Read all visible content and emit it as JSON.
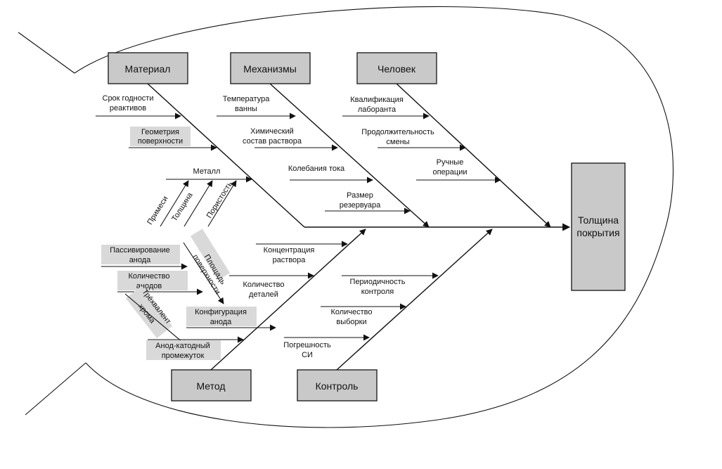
{
  "diagram": {
    "effect": [
      "Толщина",
      "покрытия"
    ],
    "categories": {
      "material": "Материал",
      "mechanisms": "Механизмы",
      "human": "Человек",
      "method": "Метод",
      "control": "Контроль"
    },
    "material": {
      "shelf_life": [
        "Срок годности",
        "реактивов"
      ],
      "surface_geometry": [
        "Геометрия",
        "поверхности"
      ],
      "metal": "Металл",
      "impurities": "Примеси",
      "thickness": "Толщина",
      "porosity": "Пористость"
    },
    "mechanisms": {
      "bath_temperature": [
        "Температура",
        "ванны"
      ],
      "chemical_composition": [
        "Химический",
        "состав раствора"
      ],
      "current_fluctuations": "Колебания тока",
      "tank_size": [
        "Размер",
        "резервуара"
      ]
    },
    "human": {
      "qualification": [
        "Квалификация",
        "лаборанта"
      ],
      "shift_duration": [
        "Продолжительность",
        "смены"
      ],
      "manual_operations": [
        "Ручные",
        "операции"
      ]
    },
    "method": {
      "solution_concentration": [
        "Концентрация",
        "раствора"
      ],
      "anode_passivation": [
        "Пассивирование",
        "анода"
      ],
      "surface_area": [
        "Площадь",
        "поверхности"
      ],
      "anode_count": [
        "Количество",
        "анодов"
      ],
      "parts_count": [
        "Количество",
        "деталей"
      ],
      "trivalent_chromium": [
        "Трёхвалент",
        "хрома"
      ],
      "anode_configuration": [
        "Конфигурация",
        "анода"
      ],
      "anode_cathode_gap": [
        "Анод-катодный",
        "промежуток"
      ]
    },
    "control": {
      "control_frequency": [
        "Периодичность",
        "контроля"
      ],
      "sample_size": [
        "Количество",
        "выборки"
      ],
      "instrument_error": [
        "Погрешность",
        "СИ"
      ]
    }
  }
}
